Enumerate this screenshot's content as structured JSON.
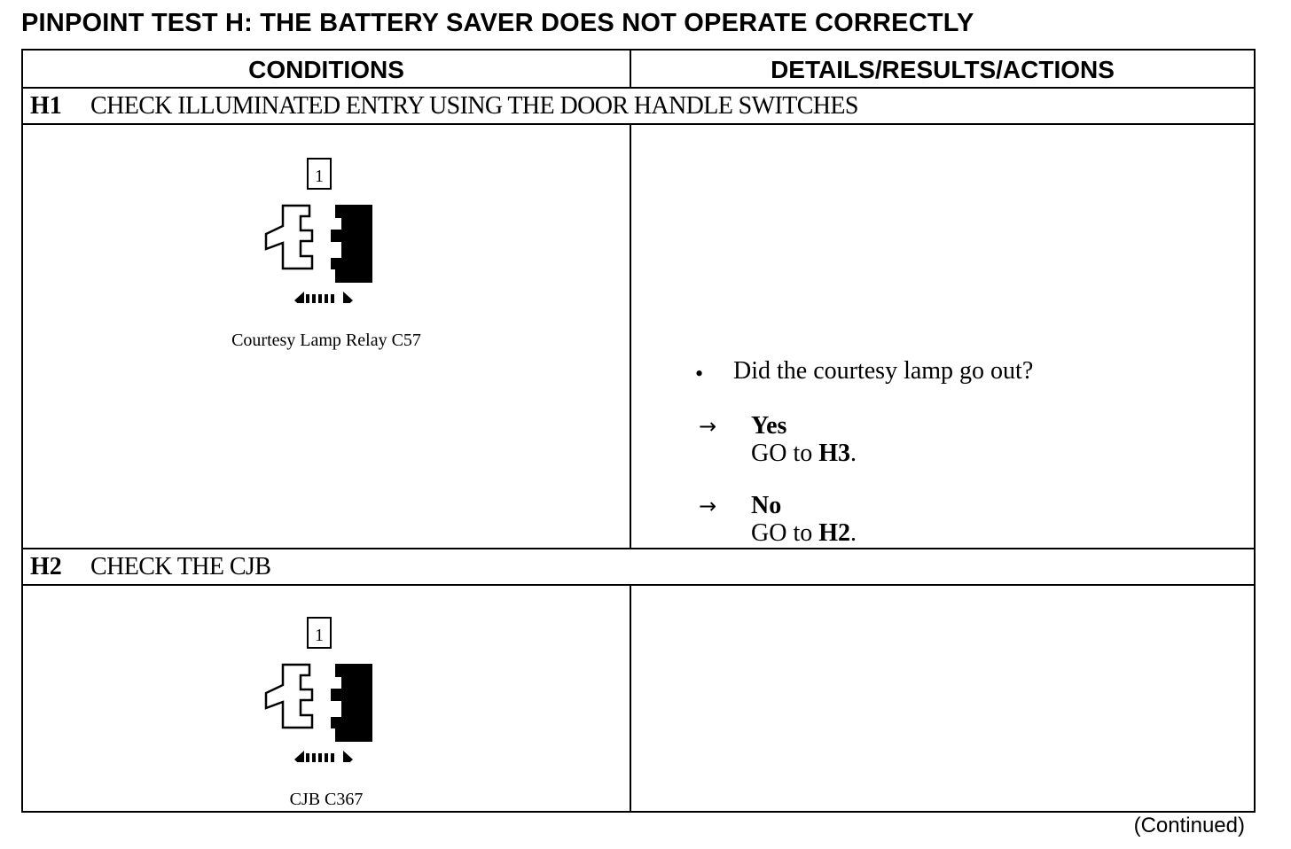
{
  "page_title": "PINPOINT TEST H: THE BATTERY SAVER DOES NOT OPERATE CORRECTLY",
  "columns": {
    "conditions": "CONDITIONS",
    "details": "DETAILS/RESULTS/ACTIONS"
  },
  "steps": [
    {
      "id": "H1",
      "title": "CHECK ILLUMINATED ENTRY USING THE DOOR HANDLE SWITCHES",
      "figure": {
        "callout": "1",
        "caption": "Courtesy Lamp Relay C57"
      },
      "question": "Did the courtesy lamp go out?",
      "bullet_glyph": "•",
      "arrow_glyph": "→",
      "answers": [
        {
          "label": "Yes",
          "action_prefix": "GO to",
          "target": "H3",
          "suffix": "."
        },
        {
          "label": "No",
          "action_prefix": "GO to",
          "target": "H2",
          "suffix": "."
        }
      ]
    },
    {
      "id": "H2",
      "title": "CHECK THE CJB",
      "figure": {
        "callout": "1",
        "caption": "CJB C367"
      }
    }
  ],
  "footer": "(Continued)"
}
